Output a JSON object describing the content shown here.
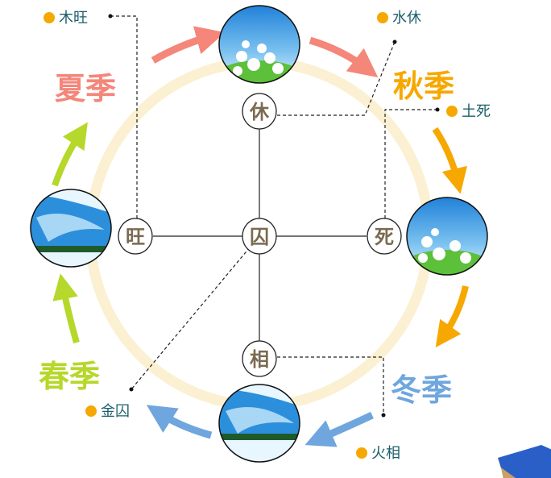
{
  "seasons": {
    "summer": "夏季",
    "autumn": "秋季",
    "spring": "春季",
    "winter": "冬季"
  },
  "nodes": {
    "top": "休",
    "left": "旺",
    "center": "囚",
    "right": "死",
    "bottom": "相"
  },
  "legend": {
    "wood": "木旺",
    "water": "水休",
    "earth": "土死",
    "metal": "金囚",
    "fire": "火相"
  },
  "colors": {
    "summer": "#f4867a",
    "autumn": "#f7a800",
    "spring": "#b5d82a",
    "winter": "#6fa6de",
    "ring": "#fbf0d2",
    "dot": "#f5a800",
    "legend_text": "#1b5f6b",
    "node_text": "#7a6a50"
  }
}
